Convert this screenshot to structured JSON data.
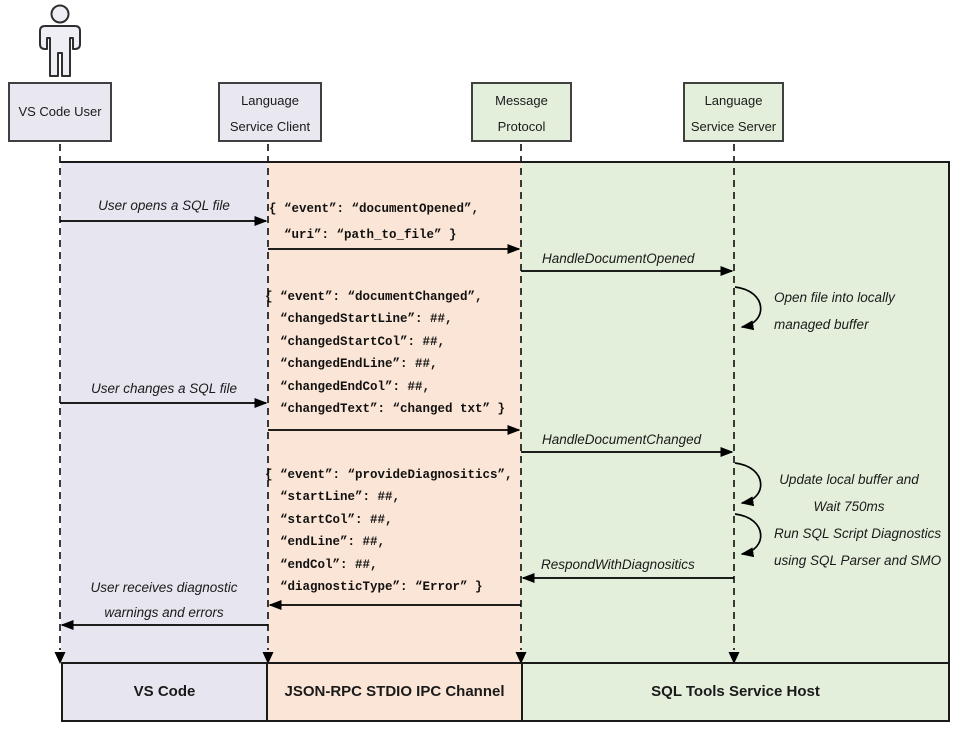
{
  "diagram_type": "sequence-diagram",
  "actors": {
    "user": {
      "line1": "VS Code User",
      "line2": ""
    },
    "client": {
      "line1": "Language",
      "line2": "Service Client"
    },
    "protocol": {
      "line1": "Message",
      "line2": "Protocol"
    },
    "server": {
      "line1": "Language",
      "line2": "Service Server"
    }
  },
  "messages": {
    "open_file": "User opens a SQL file",
    "handle_document_opened": "HandleDocumentOpened",
    "change_file": "User changes a SQL file",
    "handle_document_changed": "HandleDocumentChanged",
    "respond_with_diagnositics": "RespondWithDiagnositics",
    "receive_diagnostics_line1": "User receives diagnostic",
    "receive_diagnostics_line2": "warnings and errors"
  },
  "notes": {
    "open_buffer_line1": "Open file into locally",
    "open_buffer_line2": "managed buffer",
    "update_buffer_line1": "Update local buffer and",
    "update_buffer_line2": "Wait 750ms",
    "run_diagnostics_line1": "Run SQL Script Diagnostics",
    "run_diagnostics_line2": "using SQL Parser and SMO"
  },
  "payloads": {
    "document_opened": {
      "lines": [
        "{ “event”: “documentOpened”,",
        "  “uri”: “path_to_file” }"
      ]
    },
    "document_changed": {
      "lines": [
        "{ “event”: “documentChanged”,",
        "  “changedStartLine”: ##,",
        "  “changedStartCol”: ##,",
        "  “changedEndLine”: ##,",
        "  “changedEndCol”: ##,",
        "  “changedText”: “changed txt” }"
      ]
    },
    "provide_diagnositics": {
      "lines": [
        "{ “event”: “provideDiagnositics”,",
        "  “startLine”: ##,",
        "  “startCol”: ##,",
        "  “endLine”: ##,",
        "  “endCol”: ##,",
        "  “diagnosticType”: “Error” }"
      ]
    }
  },
  "footer": {
    "vs_code": "VS Code",
    "ipc_channel": "JSON-RPC STDIO IPC Channel",
    "service_host": "SQL Tools Service Host"
  },
  "colors": {
    "lane_lavender": "#e7e6f0",
    "lane_peach": "#fbe5d6",
    "lane_green": "#e3efdb",
    "line": "#000000",
    "box_border": "#404040"
  }
}
